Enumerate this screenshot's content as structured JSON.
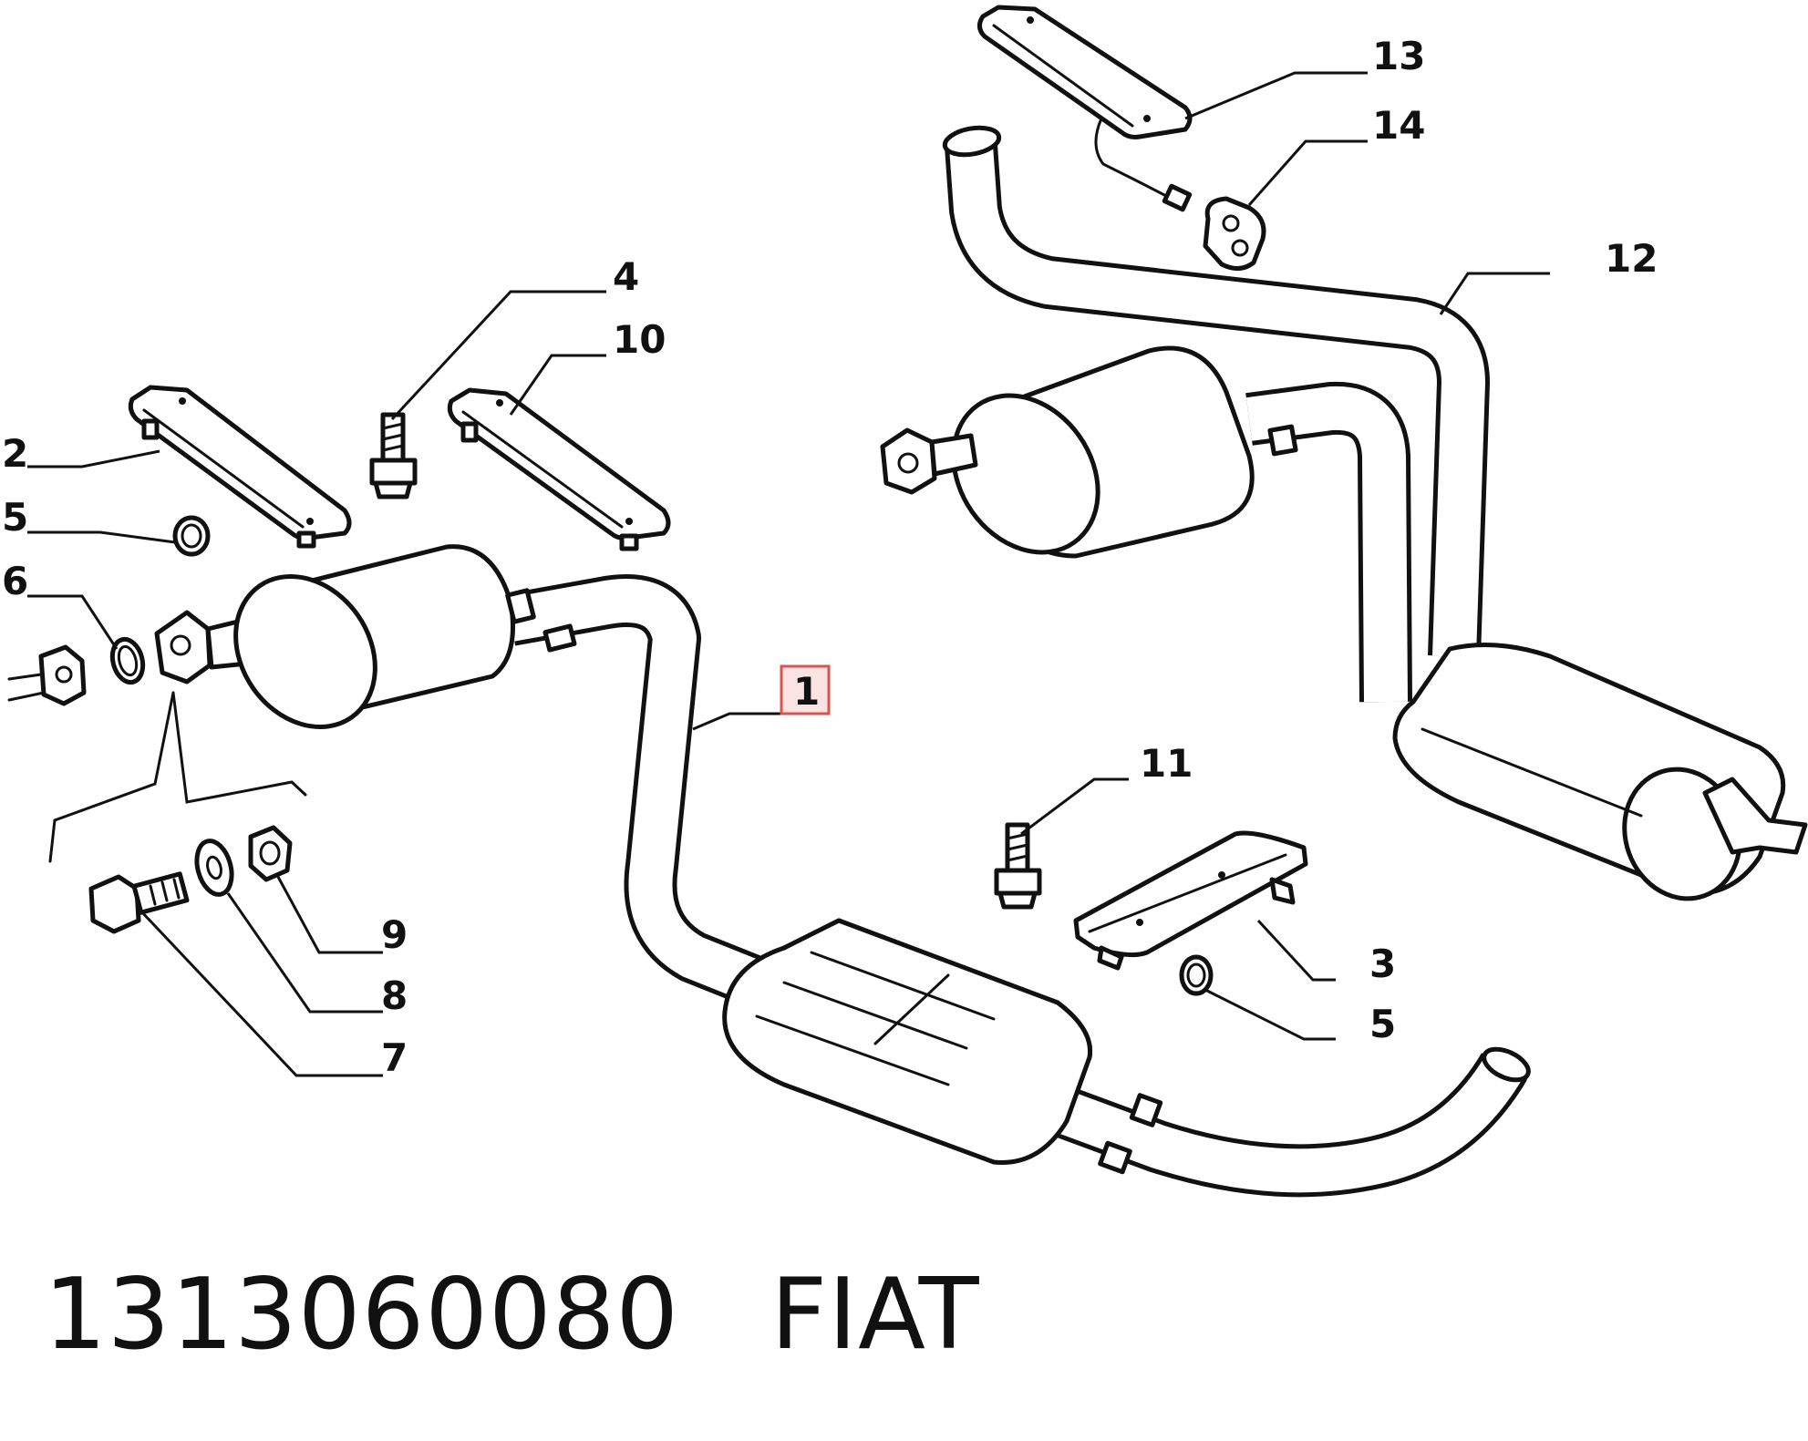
{
  "footer": {
    "part_number": "1313060080",
    "brand": "FIAT"
  },
  "highlight_color": "#d9534f",
  "callouts": [
    {
      "id": "c1",
      "label": "1",
      "highlighted": true
    },
    {
      "id": "c2",
      "label": "2"
    },
    {
      "id": "c3",
      "label": "3"
    },
    {
      "id": "c4",
      "label": "4"
    },
    {
      "id": "c5a",
      "label": "5"
    },
    {
      "id": "c5b",
      "label": "5"
    },
    {
      "id": "c6",
      "label": "6"
    },
    {
      "id": "c7",
      "label": "7"
    },
    {
      "id": "c8",
      "label": "8"
    },
    {
      "id": "c9",
      "label": "9"
    },
    {
      "id": "c10",
      "label": "10"
    },
    {
      "id": "c11",
      "label": "11"
    },
    {
      "id": "c12",
      "label": "12"
    },
    {
      "id": "c13",
      "label": "13"
    },
    {
      "id": "c14",
      "label": "14"
    }
  ]
}
